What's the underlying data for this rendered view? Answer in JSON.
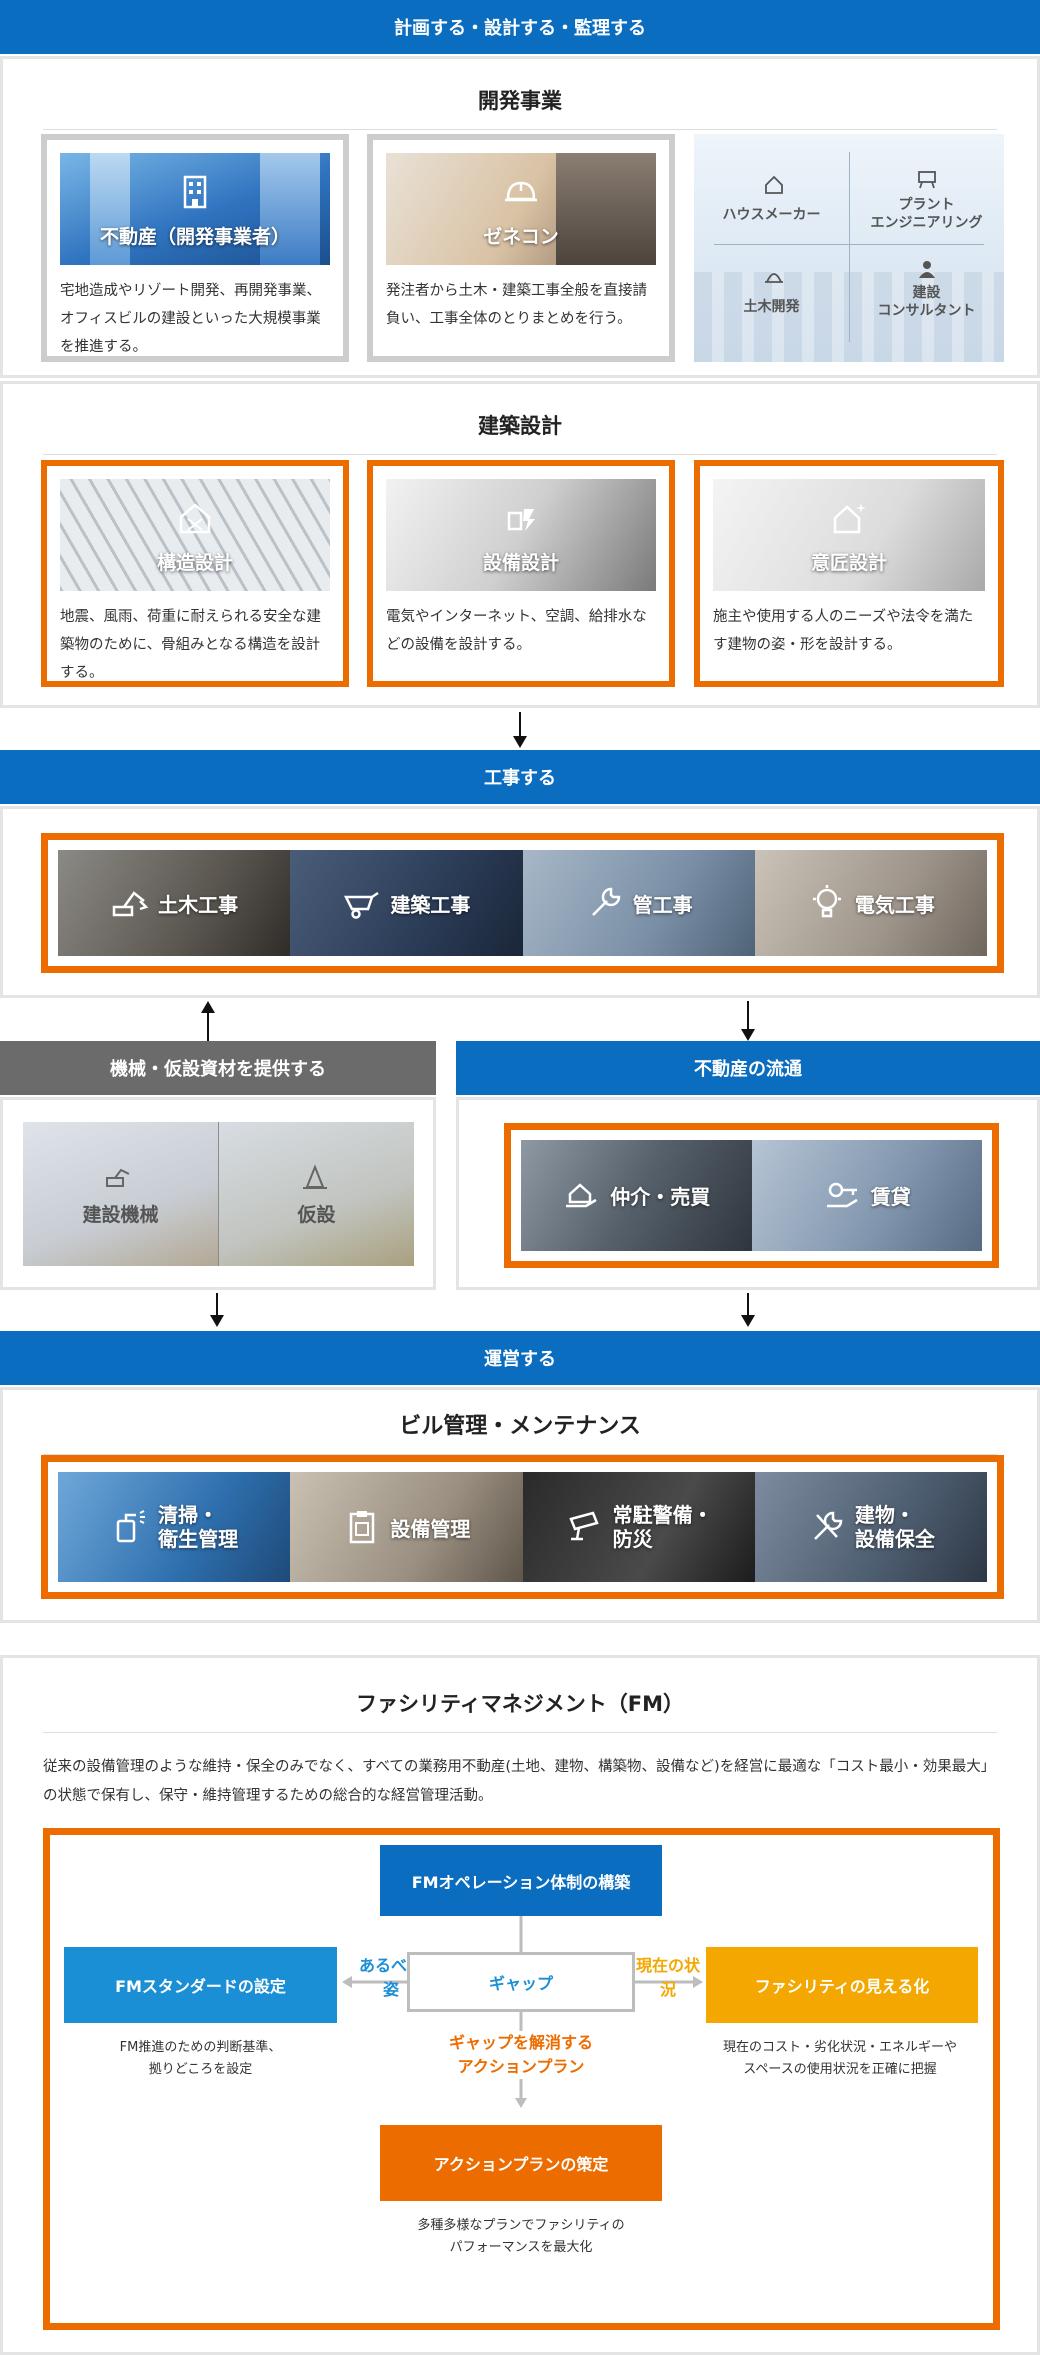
{
  "bands": {
    "plan": "計画する・設計する・監理する",
    "construct": "工事する",
    "machinery": "機械・仮設資材を提供する",
    "realestate": "不動産の流通",
    "operate": "運営する"
  },
  "development": {
    "heading": "開発事業",
    "cards": [
      {
        "title": "不動産（開発事業者）",
        "desc": "宅地造成やリゾート開発、再開発事業、オフィスビルの建設といった大規模事業を推進する。"
      },
      {
        "title": "ゼネコン",
        "desc": "発注者から土木・建築工事全般を直接請負い、工事全体のとりまとめを行う。"
      }
    ],
    "quad": [
      "ハウスメーカー",
      "プラント\nエンジニアリング",
      "土木開発",
      "建設\nコンサルタント"
    ]
  },
  "architecture": {
    "heading": "建築設計",
    "cards": [
      {
        "title": "構造設計",
        "desc": "地震、風雨、荷重に耐えられる安全な建築物のために、骨組みとなる構造を設計する。"
      },
      {
        "title": "設備設計",
        "desc": "電気やインターネット、空調、給排水などの設備を設計する。"
      },
      {
        "title": "意匠設計",
        "desc": "施主や使用する人のニーズや法令を満たす建物の姿・形を設計する。"
      }
    ]
  },
  "works": [
    "土木工事",
    "建築工事",
    "管工事",
    "電気工事"
  ],
  "machinery": [
    "建設機械",
    "仮設"
  ],
  "realestate": [
    "仲介・売買",
    "賃貸"
  ],
  "building": {
    "heading": "ビル管理・メンテナンス",
    "items": [
      "清掃・\n衛生管理",
      "設備管理",
      "常駐警備・\n防災",
      "建物・\n設備保全"
    ]
  },
  "fm": {
    "heading": "ファシリティマネジメント（FM）",
    "intro": "従来の設備管理のような維持・保全のみでなく、すべての業務用不動産(土地、建物、構築物、設備など)を経営に最適な「コスト最小・効果最大」の状態で保有し、保守・維持管理するための総合的な経営管理活動。",
    "top": "FMオペレーション体制の構築",
    "left": "FMスタンダードの設定",
    "left_note": "FM推進のための判断基準、\n拠りどころを設定",
    "center": "ギャップ",
    "right": "ファシリティの見える化",
    "right_note": "現在のコスト・劣化状況・エネルギーや\nスペースの使用状況を正確に把握",
    "left_label": "あるべき姿",
    "right_label": "現在の状況",
    "action_label": "ギャップを解消する\nアクションプラン",
    "bottom": "アクションプランの策定",
    "bottom_note": "多種多様なプランでファシリティの\nパフォーマンスを最大化"
  },
  "colors": {
    "blue": "#0b6dbf",
    "orange": "#ec6c00",
    "gray": "#6b6b6b",
    "fm_blue": "#1b8fd6",
    "fm_yellow": "#f3a700"
  }
}
